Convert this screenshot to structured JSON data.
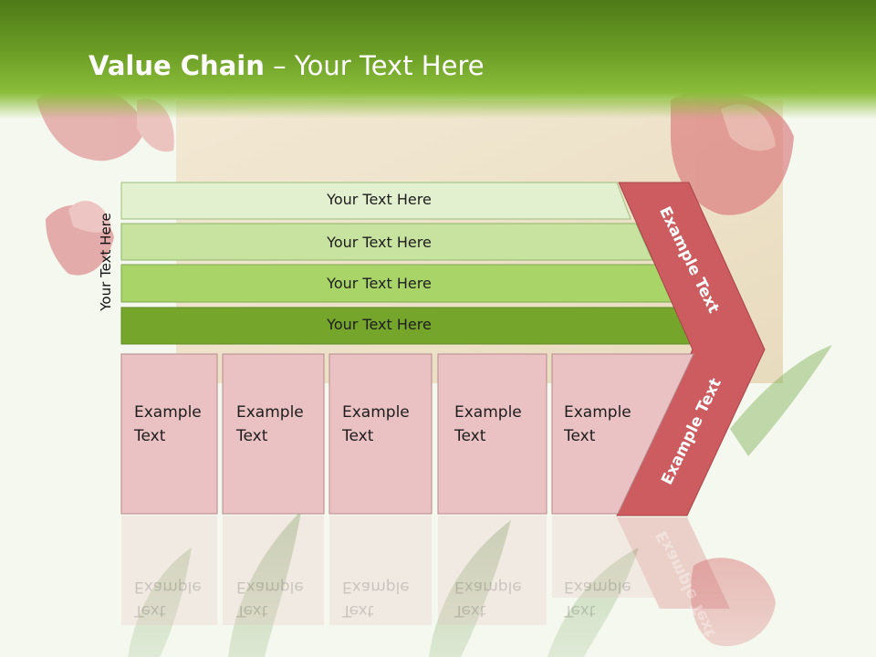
{
  "slide": {
    "title_bold": "Value Chain",
    "title_rest": " – Your Text Here"
  },
  "side_label": "Your Text Here",
  "bars": [
    {
      "label": "Your Text Here",
      "color": "#e3f0cf"
    },
    {
      "label": "Your Text Here",
      "color": "#c8e3a0"
    },
    {
      "label": "Your Text Here",
      "color": "#a9d468"
    },
    {
      "label": "Your Text Here",
      "color": "#76a52c"
    }
  ],
  "boxes": [
    {
      "line1": "Example",
      "line2": "Text"
    },
    {
      "line1": "Example",
      "line2": "Text"
    },
    {
      "line1": "Example",
      "line2": "Text"
    },
    {
      "line1": "Example",
      "line2": "Text"
    },
    {
      "line1": "Example",
      "line2": "Text"
    }
  ],
  "chevron": {
    "upper_label": "Example Text",
    "lower_label": "Example Text",
    "color": "#cd5c60"
  },
  "colors": {
    "header": "#6c9e26",
    "box_fill": "#ebc2c4",
    "box_border": "#b58a8c"
  }
}
